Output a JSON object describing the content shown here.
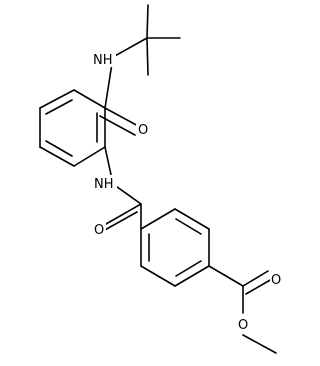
{
  "molecule": {
    "atom_labels": {
      "amide_n_top": "NH",
      "amide_o_top": "O",
      "amide_n_mid": "NH",
      "amide_o_mid": "O",
      "ester_o_carbonyl": "O",
      "ester_o_single": "O"
    }
  }
}
